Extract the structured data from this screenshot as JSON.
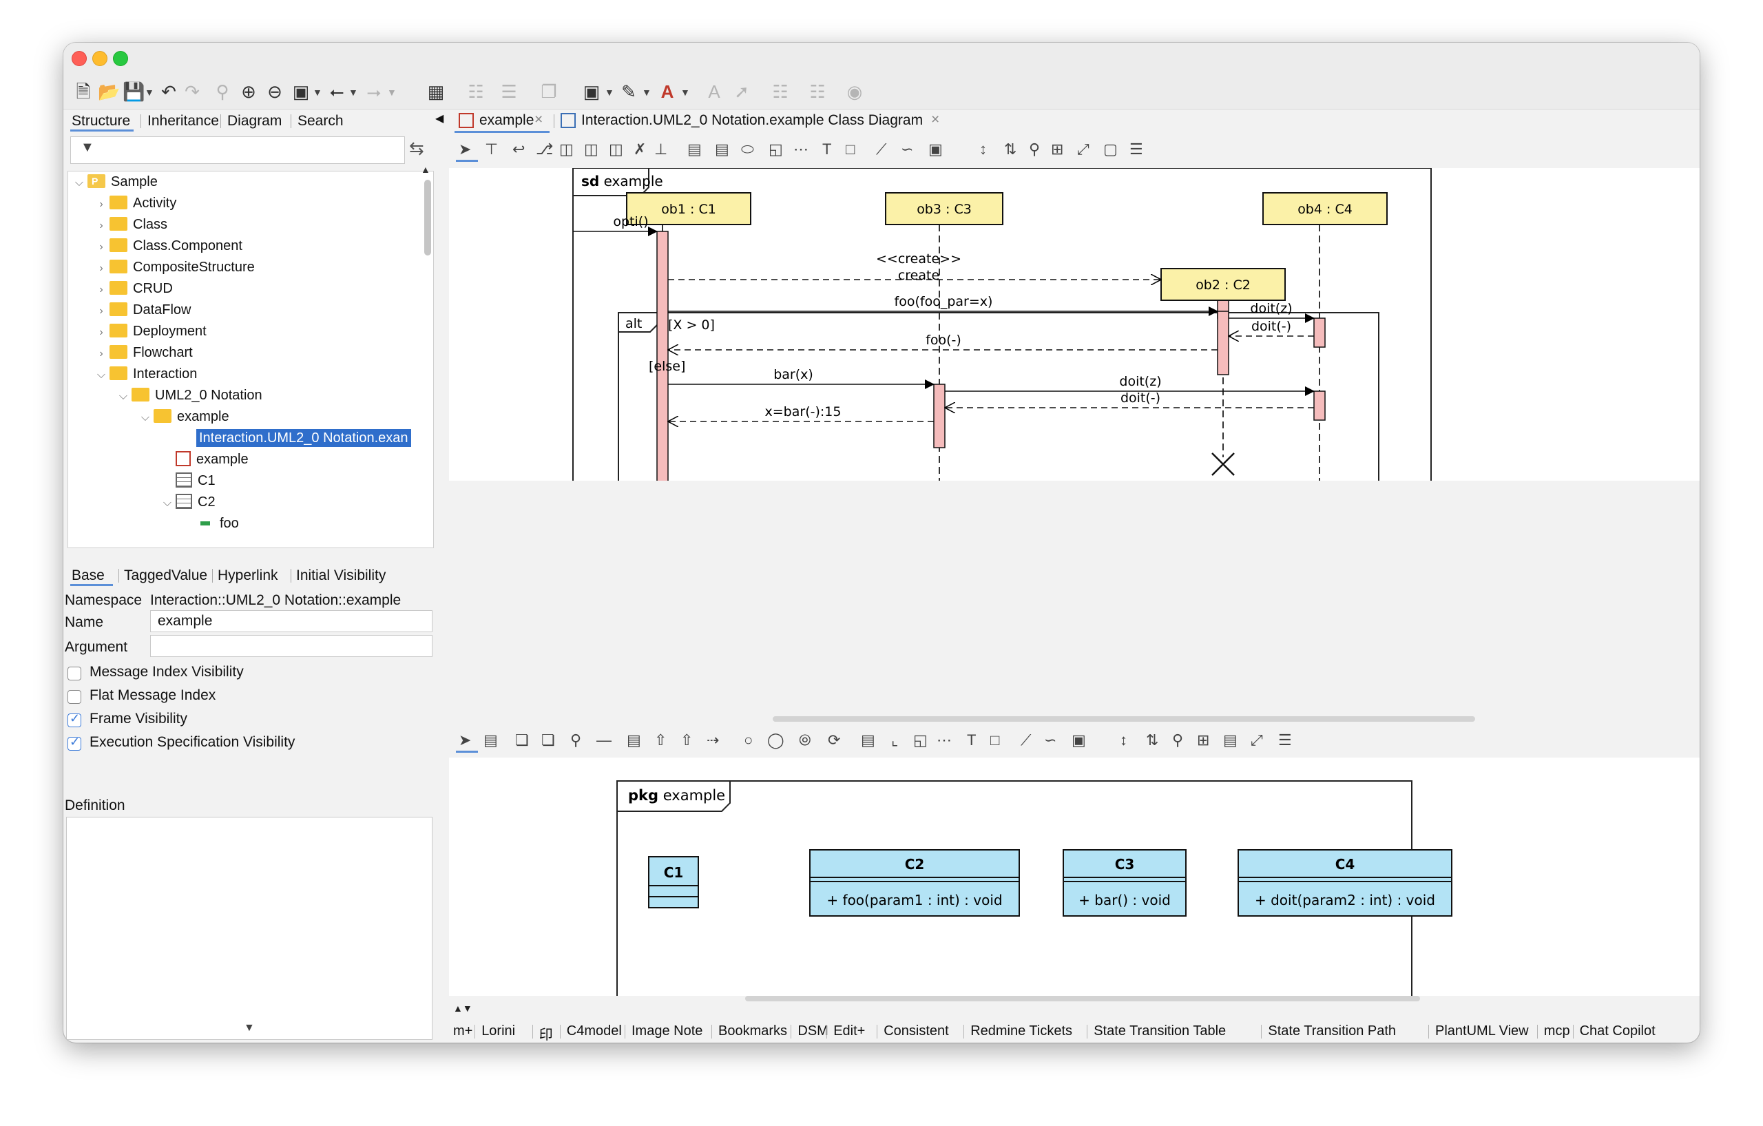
{
  "left_tabs": [
    "Structure",
    "Inheritance",
    "Diagram",
    "Search"
  ],
  "tree": [
    {
      "label": "Sample",
      "depth": 0,
      "type": "package",
      "expanded": true
    },
    {
      "label": "Activity",
      "depth": 1,
      "type": "folder"
    },
    {
      "label": "Class",
      "depth": 1,
      "type": "folder"
    },
    {
      "label": "Class.Component",
      "depth": 1,
      "type": "folder"
    },
    {
      "label": "CompositeStructure",
      "depth": 1,
      "type": "folder"
    },
    {
      "label": "CRUD",
      "depth": 1,
      "type": "folder"
    },
    {
      "label": "DataFlow",
      "depth": 1,
      "type": "folder"
    },
    {
      "label": "Deployment",
      "depth": 1,
      "type": "folder"
    },
    {
      "label": "Flowchart",
      "depth": 1,
      "type": "folder"
    },
    {
      "label": "Interaction",
      "depth": 1,
      "type": "folder",
      "expanded": true
    },
    {
      "label": "UML2_0 Notation",
      "depth": 2,
      "type": "folder",
      "expanded": true
    },
    {
      "label": "example",
      "depth": 3,
      "type": "folder",
      "expanded": true
    },
    {
      "label": "Interaction.UML2_0 Notation.exan",
      "depth": 4,
      "type": "class-diagram",
      "selected": true
    },
    {
      "label": "example",
      "depth": 4,
      "type": "sequence-diagram"
    },
    {
      "label": "C1",
      "depth": 4,
      "type": "class"
    },
    {
      "label": "C2",
      "depth": 4,
      "type": "class",
      "expanded": true
    },
    {
      "label": "foo",
      "depth": 5,
      "type": "operation"
    }
  ],
  "prop_tabs": [
    "Base",
    "TaggedValue",
    "Hyperlink",
    "Initial Visibility"
  ],
  "props": {
    "namespace_label": "Namespace",
    "namespace_value": "Interaction::UML2_0 Notation::example",
    "name_label": "Name",
    "name_value": "example",
    "argument_label": "Argument",
    "argument_value": "",
    "checkboxes": [
      {
        "label": "Message Index Visibility",
        "checked": false
      },
      {
        "label": "Flat Message Index",
        "checked": false
      },
      {
        "label": "Frame Visibility",
        "checked": true
      },
      {
        "label": "Execution Specification Visibility",
        "checked": true
      }
    ],
    "definition_label": "Definition"
  },
  "doc_tabs": [
    {
      "label": "example",
      "icon": "sequence-diagram-icon",
      "active": true
    },
    {
      "label": "Interaction.UML2_0 Notation.example Class Diagram",
      "icon": "class-diagram-icon",
      "active": false
    }
  ],
  "sequence": {
    "frame_keyword": "sd",
    "frame_name": "example",
    "lifelines": [
      "ob1 : C1",
      "ob3 : C3",
      "ob4 : C4",
      "ob2 : C2"
    ],
    "fragment_keyword": "alt",
    "guard1": "[X > 0]",
    "guard2": "[else]",
    "messages": [
      "opti()",
      "<<create>>",
      "create",
      "foo(foo_par=x)",
      "doit(z)",
      "doit(-)",
      "foo(-)",
      "bar(x)",
      "doit(z)",
      "doit(-)",
      "x=bar(-):15"
    ]
  },
  "class_diagram": {
    "frame_keyword": "pkg",
    "frame_name": "example",
    "classes": [
      {
        "name": "C1",
        "operation": ""
      },
      {
        "name": "C2",
        "operation": "+ foo(param1 : int) : void"
      },
      {
        "name": "C3",
        "operation": "+ bar() : void"
      },
      {
        "name": "C4",
        "operation": "+ doit(param2 : int) : void"
      }
    ]
  },
  "bottom_tabs": [
    "m+",
    "Lorini",
    "印",
    "C4model",
    "Image Note",
    "Bookmarks",
    "DSM",
    "Edit+",
    "Consistent",
    "Redmine Tickets",
    "State Transition Table",
    "State Transition Path",
    "PlantUML View",
    "mcp",
    "Chat Copilot"
  ],
  "colors": {
    "lifeline_fill": "#fbf1a8",
    "activation_fill": "#f5bcbc",
    "class_fill": "#b3e3f5",
    "selection": "#2f6ecb"
  }
}
